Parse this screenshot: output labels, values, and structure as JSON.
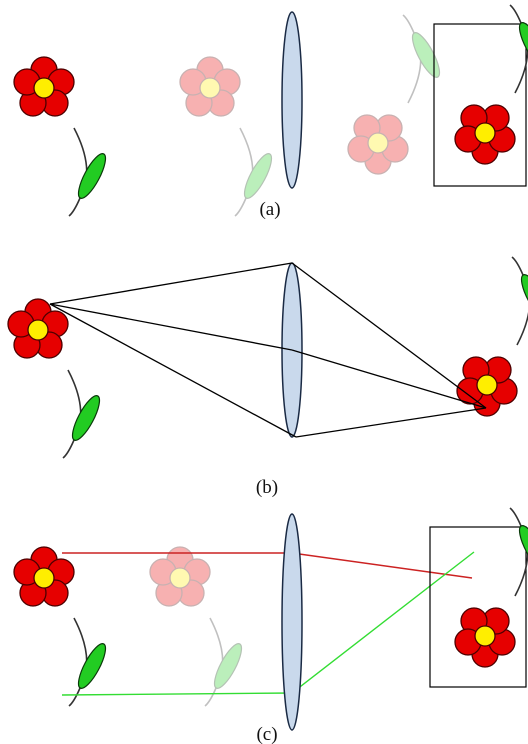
{
  "panels": [
    {
      "id": "a",
      "caption": "(a)"
    },
    {
      "id": "b",
      "caption": "(b)"
    },
    {
      "id": "c",
      "caption": "(c)"
    }
  ],
  "colors": {
    "petal": "#e60000",
    "petal_stroke": "#4d0000",
    "center": "#ffee00",
    "leaf": "#22cc22",
    "leaf_stroke": "#0a3a0a",
    "stem": "#333333",
    "lens_fill": "#c9d9ec",
    "lens_stroke": "#1a2a44",
    "ray_black": "#000000",
    "ray_red": "#cc2222",
    "ray_green": "#33dd33",
    "frame": "#000000"
  }
}
